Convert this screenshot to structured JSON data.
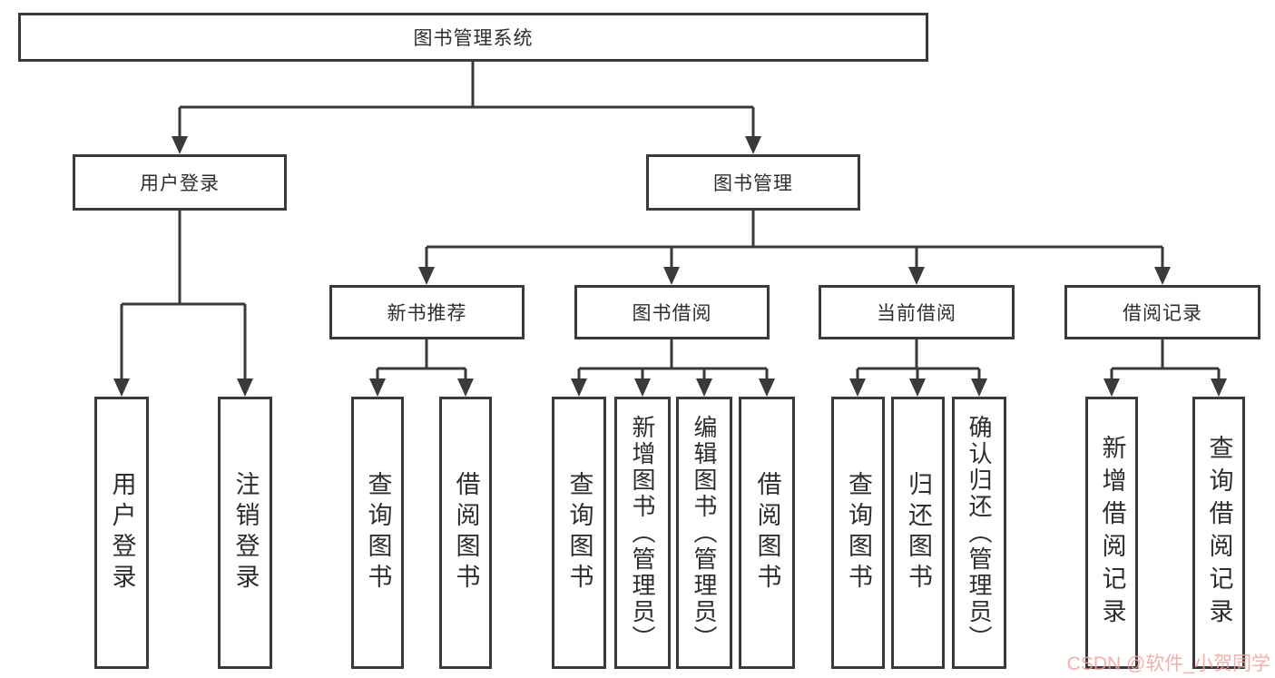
{
  "diagram_type": "hierarchy-tree",
  "tree": {
    "label": "图书管理系统",
    "children": [
      {
        "label": "用户登录",
        "children": [
          {
            "label": "用户登录"
          },
          {
            "label": "注销登录"
          }
        ]
      },
      {
        "label": "图书管理",
        "children": [
          {
            "label": "新书推荐",
            "children": [
              {
                "label": "查询图书"
              },
              {
                "label": "借阅图书"
              }
            ]
          },
          {
            "label": "图书借阅",
            "children": [
              {
                "label": "查询图书"
              },
              {
                "label": "新增图书（管理员）"
              },
              {
                "label": "编辑图书（管理员）"
              },
              {
                "label": "借阅图书"
              }
            ]
          },
          {
            "label": "当前借阅",
            "children": [
              {
                "label": "查询图书"
              },
              {
                "label": "归还图书"
              },
              {
                "label": "确认归还（管理员）"
              }
            ]
          },
          {
            "label": "借阅记录",
            "children": [
              {
                "label": "新增借阅记录"
              },
              {
                "label": "查询借阅记录"
              }
            ]
          }
        ]
      }
    ]
  },
  "watermark": {
    "text": "CSDN @软件_小贺同学",
    "color": "#efa49f"
  },
  "colors": {
    "line": "#3a3a3a",
    "box_border": "#3a3a3a",
    "text": "#2e2e2e",
    "background": "#ffffff"
  }
}
